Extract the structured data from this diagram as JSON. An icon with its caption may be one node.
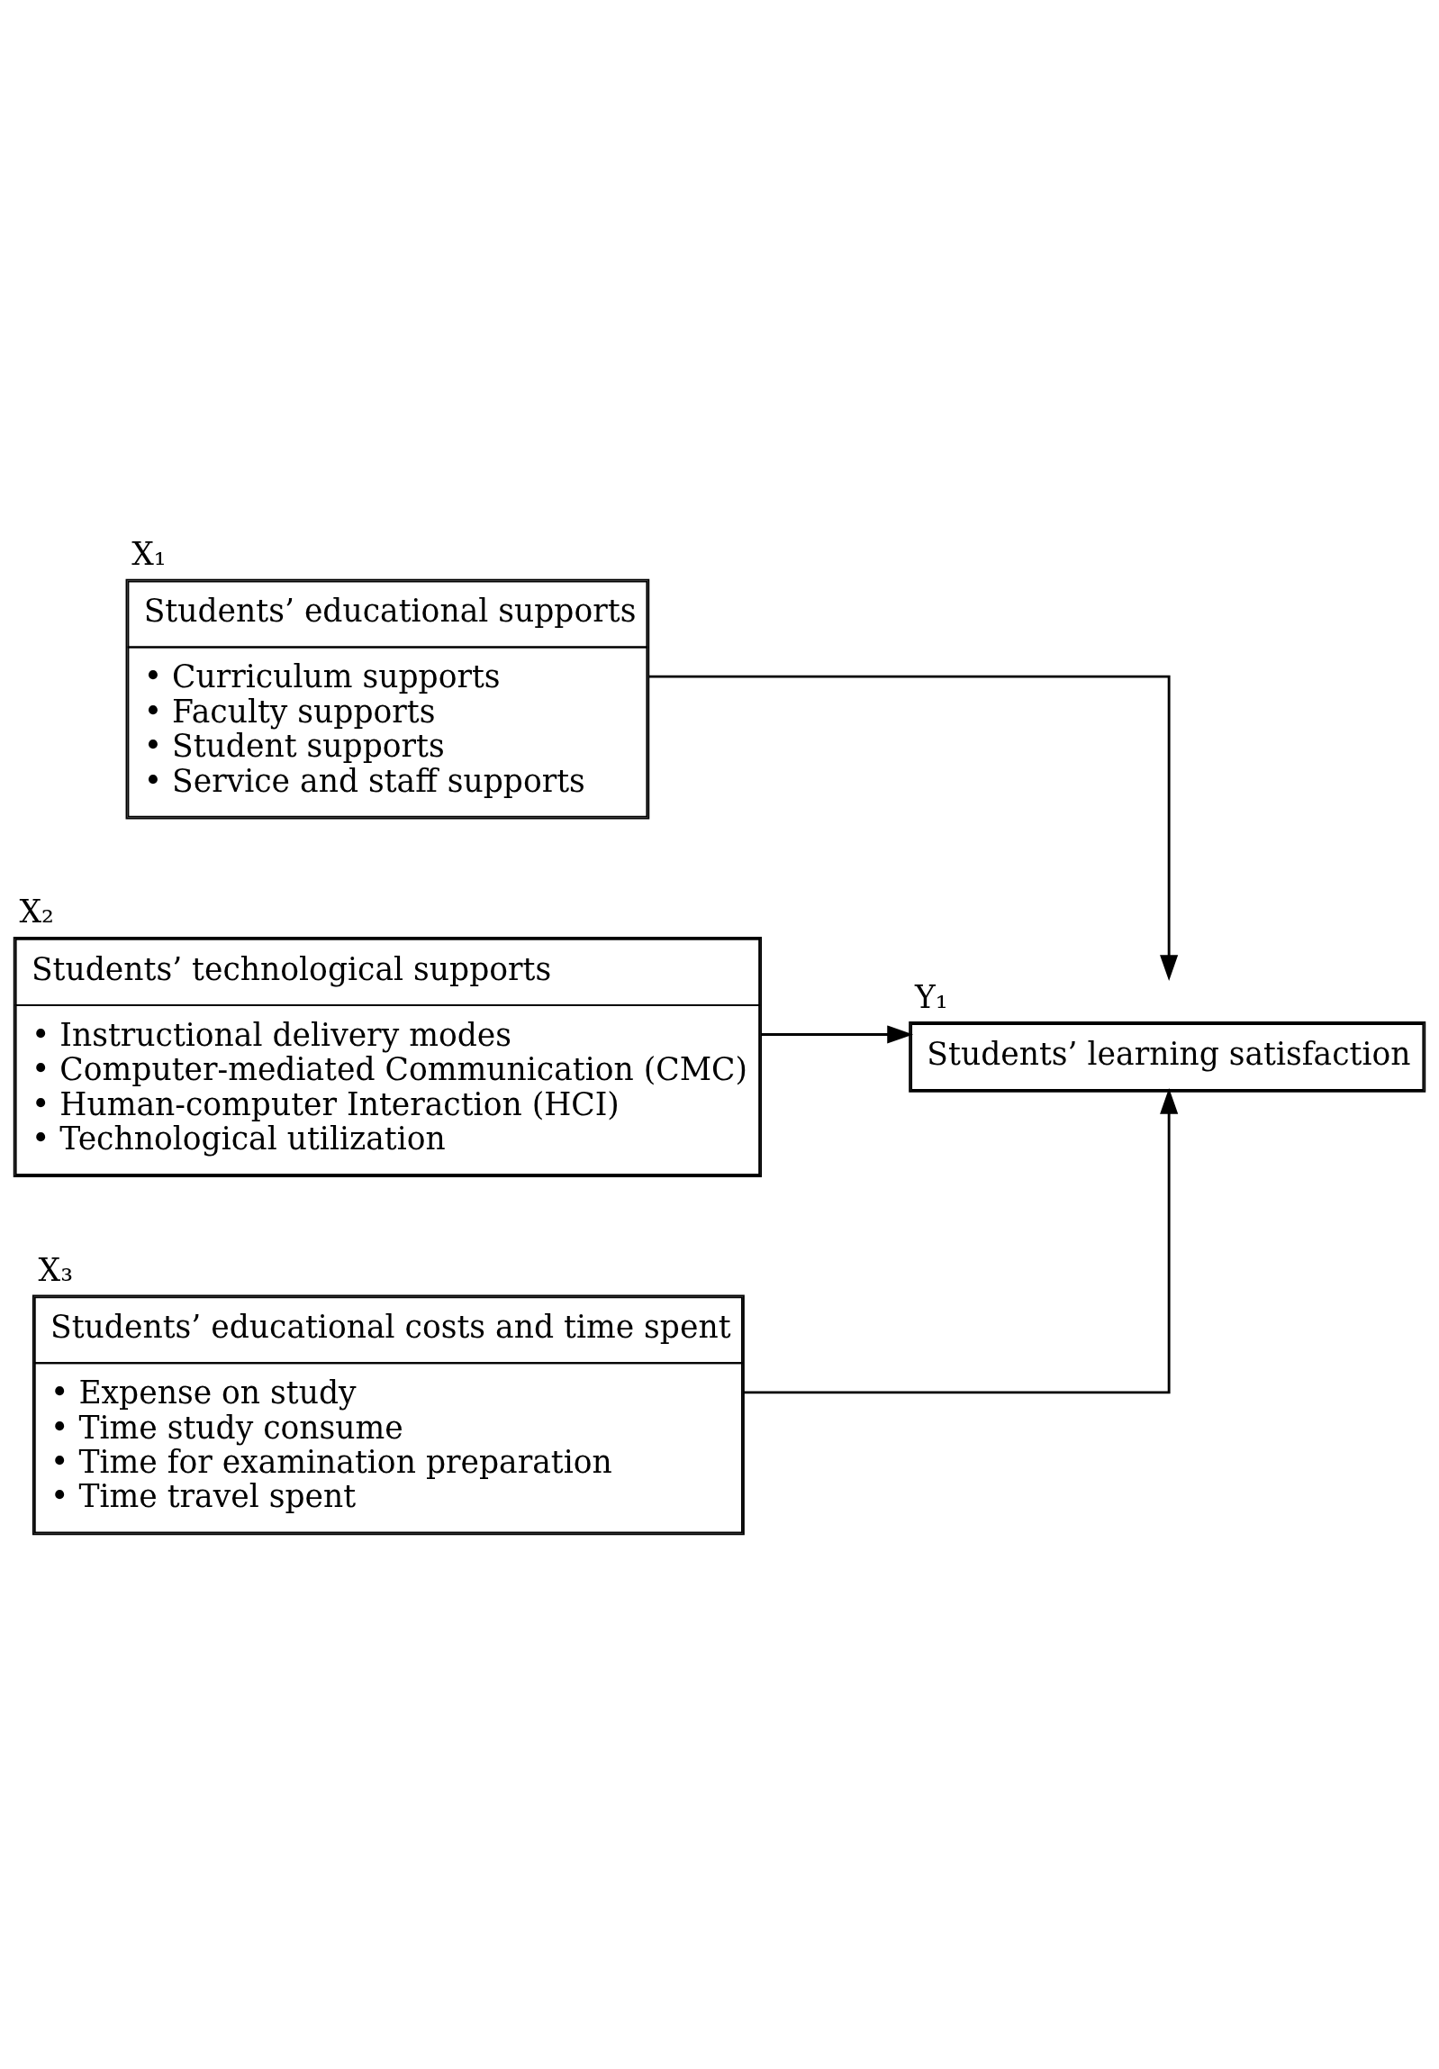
{
  "diagram": {
    "nodes": [
      {
        "text": [
          "X₁",
          "Students’ educational supports",
          "• Curriculum supports",
          "• Faculty supports",
          "• Student supports",
          "• Service and staff supports"
        ]
      },
      {
        "text": [
          "X₂",
          "Students’ technological supports",
          "• Instructional delivery modes",
          "• Computer-mediated Communication (CMC)",
          "• Human-computer Interaction (HCI)",
          "• Technological utilization"
        ]
      },
      {
        "text": [
          "X₃",
          "Students’ educational costs and time spent",
          "• Expense on study",
          "• Time study consume",
          "• Time for examination preparation",
          "• Time travel spent"
        ]
      },
      {
        "text": [
          "Y₁",
          "Students’ learning satisfaction"
        ]
      }
    ],
    "edges": [
      {
        "from": 0,
        "to": 3,
        "arrow": "to"
      },
      {
        "from": 1,
        "to": 3,
        "arrow": "to"
      },
      {
        "from": 2,
        "to": 3,
        "arrow": "to"
      }
    ]
  }
}
